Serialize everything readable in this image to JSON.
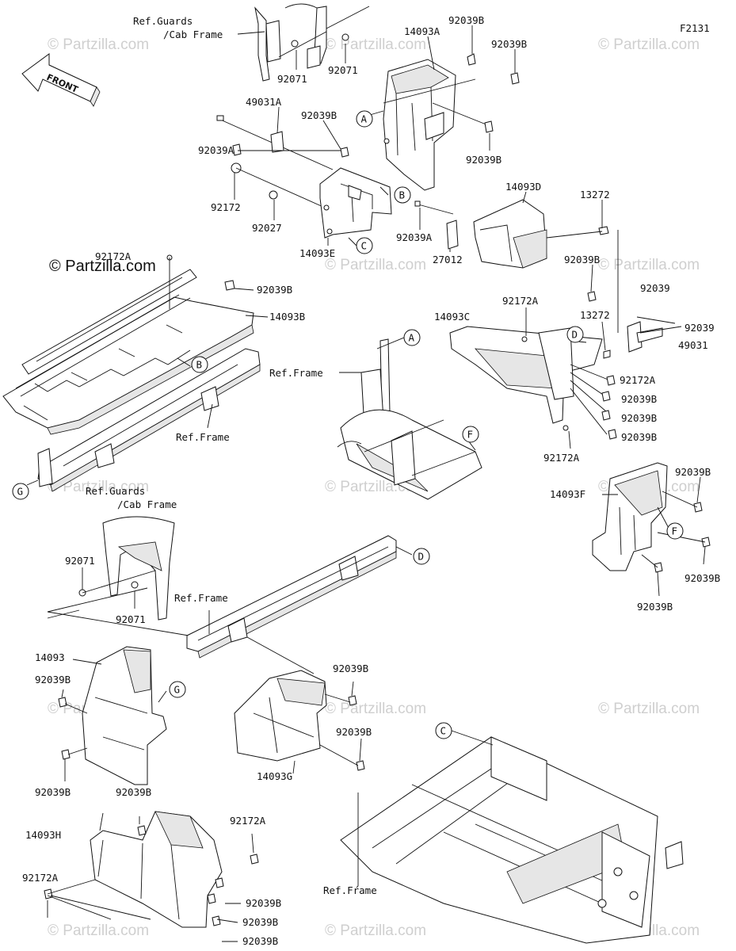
{
  "figure_code": "F2131",
  "copyright": "© Partzilla.com",
  "watermark": "© Partzilla.com",
  "front_label": "FRONT",
  "refs": {
    "guards_top_1": "Ref.Guards",
    "guards_top_2": "/Cab Frame",
    "guards_mid_1": "Ref.Guards",
    "guards_mid_2": "/Cab Frame",
    "frame_a": "Ref.Frame",
    "frame_b": "Ref.Frame",
    "frame_c": "Ref.Frame",
    "frame_d": "Ref.Frame"
  },
  "part_labels": [
    "92071",
    "92071",
    "14093A",
    "92039B",
    "92039B",
    "49031A",
    "92039B",
    "92039B",
    "92039A",
    "92172",
    "92027",
    "14093E",
    "14093D",
    "13272",
    "92039A",
    "27012",
    "92172A",
    "92039B",
    "14093B",
    "92039B",
    "92039",
    "92172A",
    "14093C",
    "13272",
    "92039",
    "49031",
    "92172A",
    "92039B",
    "92039B",
    "92039B",
    "92172A",
    "92039B",
    "14093F",
    "92039B",
    "92039B",
    "92071",
    "92071",
    "14093",
    "92039B",
    "92039B",
    "92039B",
    "14093G",
    "92039B",
    "92039B",
    "92172A",
    "14093H",
    "92172A",
    "92039B",
    "92039B",
    "92039B"
  ],
  "callouts": [
    "A",
    "B",
    "C",
    "A",
    "D",
    "B",
    "F",
    "G",
    "D",
    "F",
    "G",
    "C"
  ]
}
